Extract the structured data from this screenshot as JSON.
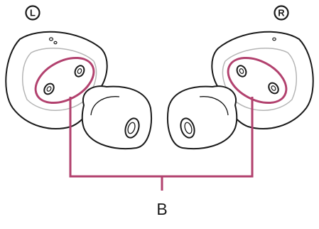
{
  "labels": {
    "left": "L",
    "right": "R",
    "callout": "B"
  },
  "colors": {
    "outline": "#1a1a1a",
    "inner_line": "#b5b5b5",
    "callout": "#b2416e"
  },
  "icons": {
    "left_marker": "circled-letter-icon",
    "right_marker": "circled-letter-icon"
  }
}
